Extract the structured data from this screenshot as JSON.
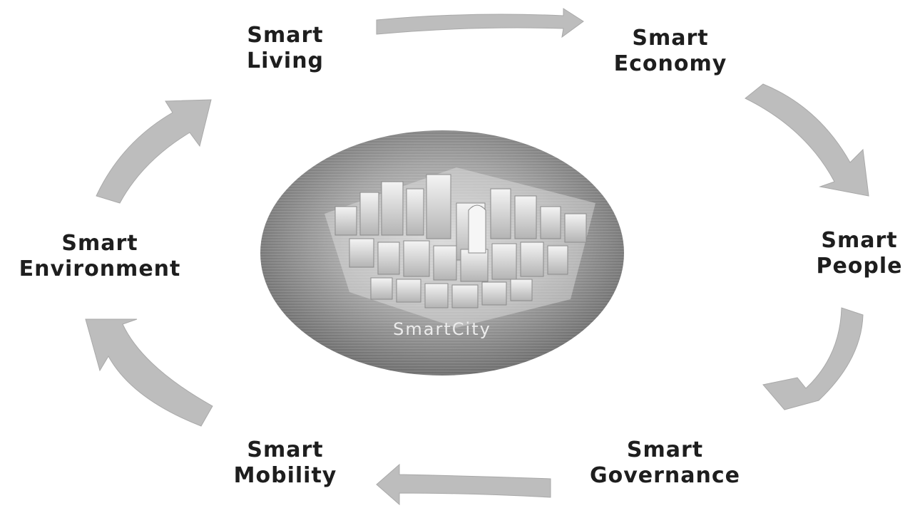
{
  "diagram": {
    "center": {
      "label": "SmartCity"
    },
    "nodes": [
      {
        "id": "living",
        "line1": "Smart",
        "line2": "Living"
      },
      {
        "id": "economy",
        "line1": "Smart",
        "line2": "Economy"
      },
      {
        "id": "people",
        "line1": "Smart",
        "line2": "People"
      },
      {
        "id": "governance",
        "line1": "Smart",
        "line2": "Governance"
      },
      {
        "id": "mobility",
        "line1": "Smart",
        "line2": "Mobility"
      },
      {
        "id": "environment",
        "line1": "Smart",
        "line2": "Environment"
      }
    ],
    "cycle_direction": "clockwise",
    "colors": {
      "arrow": "#bdbdbd",
      "circle_outer": "#bcbcbc",
      "circle_inner": "#7a7a7a",
      "text": "#1e1e1e",
      "center_text": "#ececec"
    }
  }
}
